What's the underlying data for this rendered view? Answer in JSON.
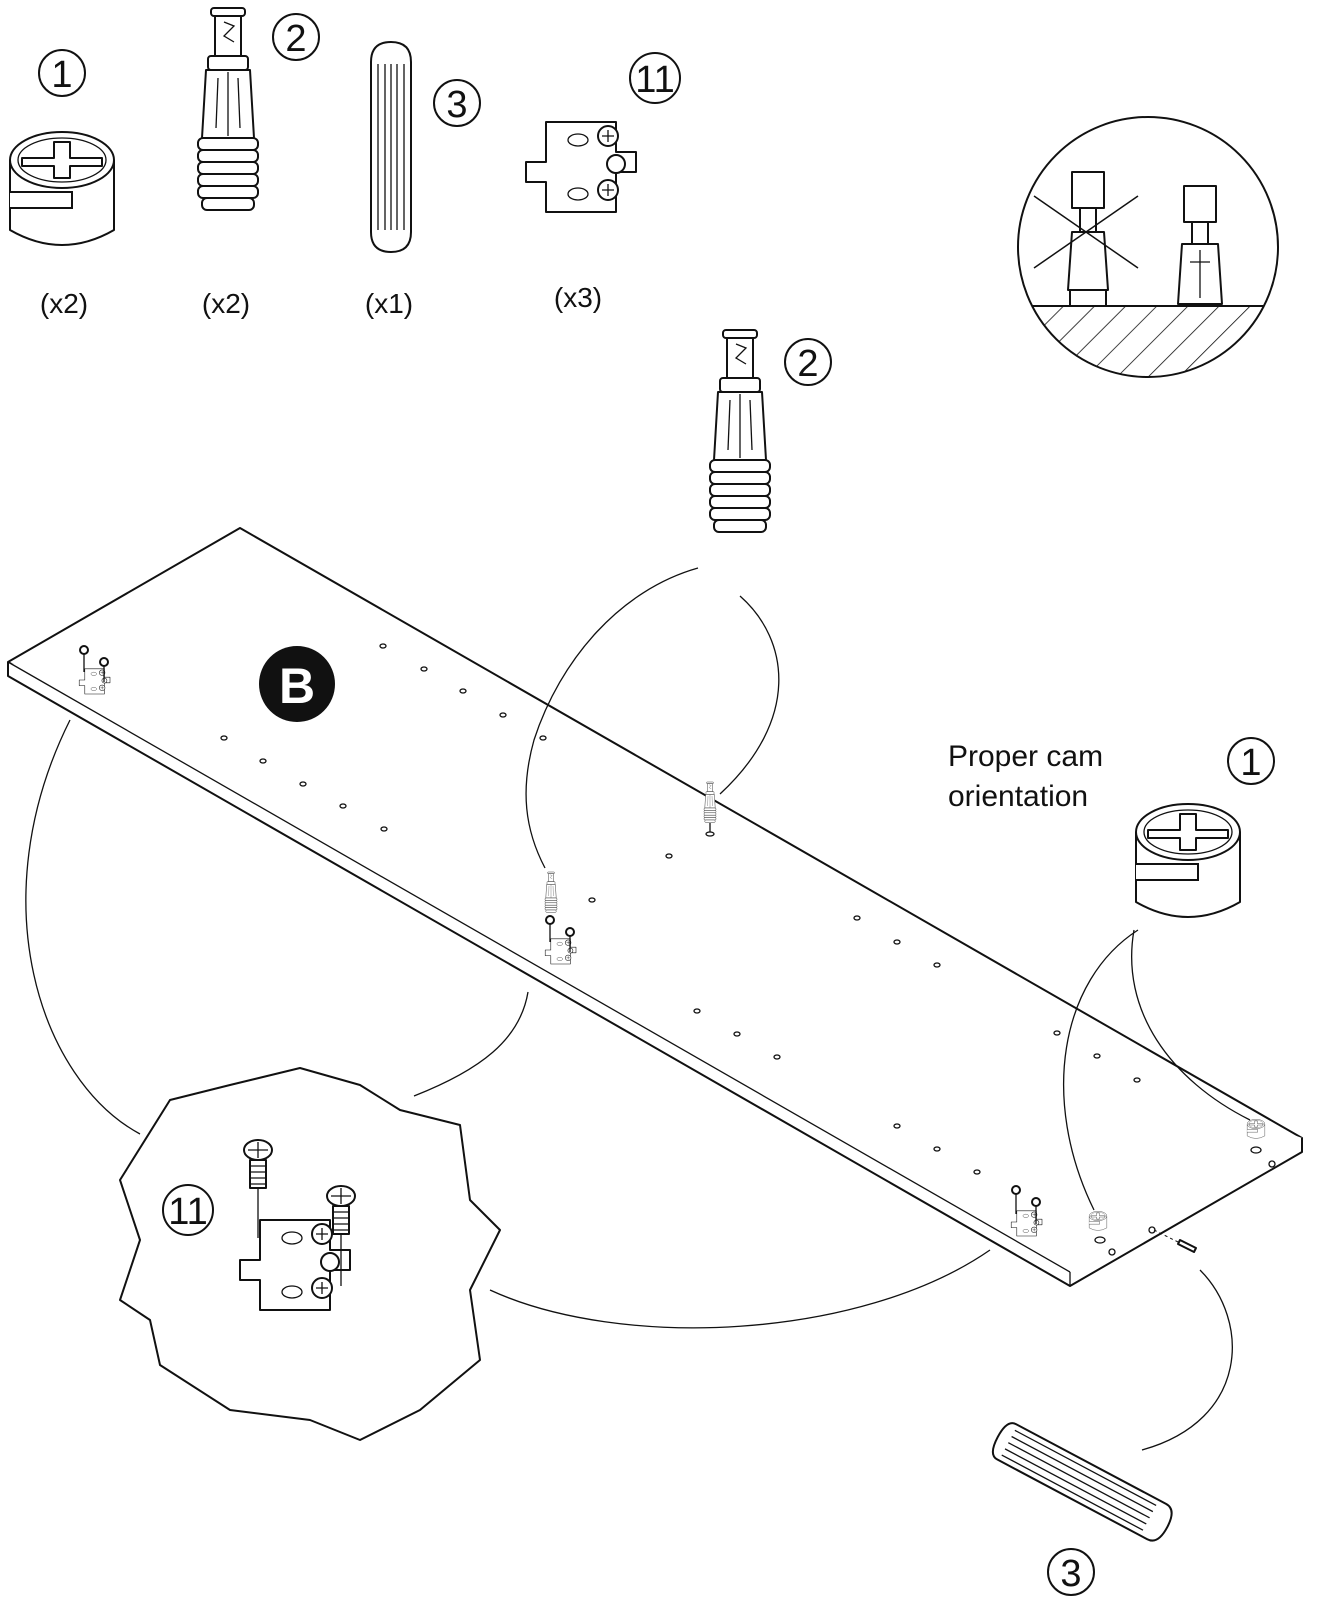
{
  "parts": [
    {
      "number": "1",
      "quantity": "(x2)",
      "icon": "cam-lock-icon"
    },
    {
      "number": "2",
      "quantity": "(x2)",
      "icon": "cam-bolt-icon"
    },
    {
      "number": "3",
      "quantity": "(x1)",
      "icon": "wood-dowel-icon"
    },
    {
      "number": "11",
      "quantity": "(x3)",
      "icon": "hinge-plate-icon"
    }
  ],
  "panel": {
    "label": "B"
  },
  "callouts": {
    "bolt_detail": "2",
    "cam_detail": "1",
    "dowel_detail": "3",
    "hinge_detail": "11"
  },
  "note": {
    "line1": "Proper cam",
    "line2": "orientation"
  }
}
